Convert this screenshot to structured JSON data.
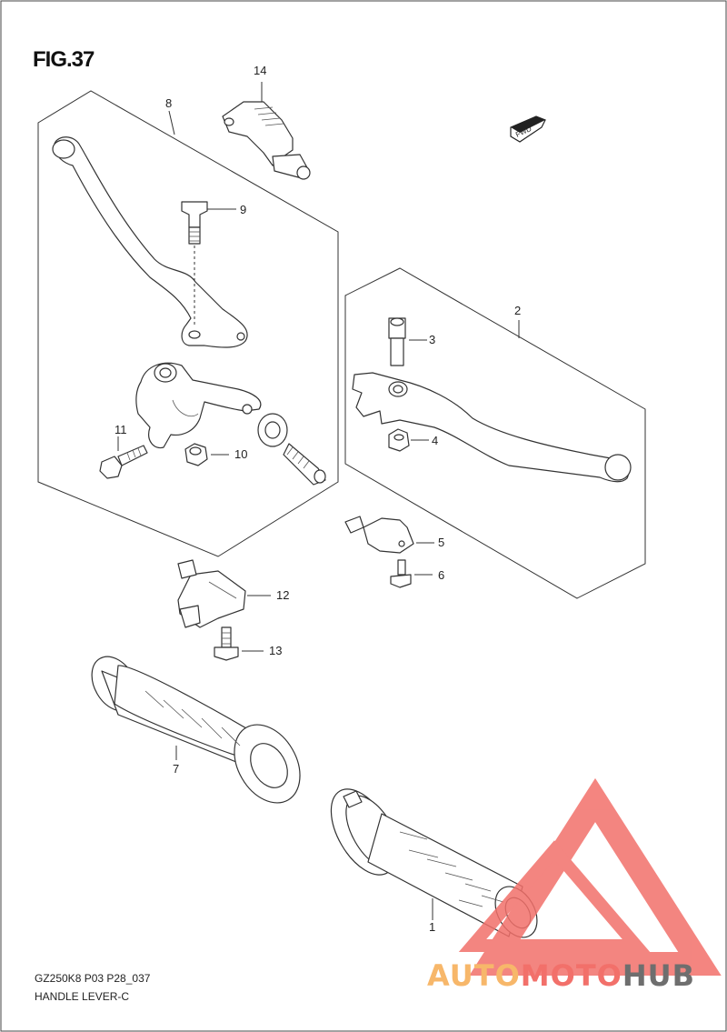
{
  "figure": {
    "title": "FIG.37",
    "model_code": "GZ250K8 P03 P28_037",
    "caption": "HANDLE LEVER-C"
  },
  "direction_badge": "FWD",
  "watermark": {
    "part1": "AUTO",
    "part2": "MOTO",
    "part3": "HUB",
    "colors": {
      "triangle": "#f2706a",
      "auto": "#f7b76a",
      "moto": "#f2706a",
      "hub": "#6e6e6e"
    }
  },
  "callouts": [
    {
      "id": "1",
      "label": "1"
    },
    {
      "id": "2",
      "label": "2"
    },
    {
      "id": "3",
      "label": "3"
    },
    {
      "id": "4",
      "label": "4"
    },
    {
      "id": "5",
      "label": "5"
    },
    {
      "id": "6",
      "label": "6"
    },
    {
      "id": "7",
      "label": "7"
    },
    {
      "id": "8",
      "label": "8"
    },
    {
      "id": "9",
      "label": "9"
    },
    {
      "id": "10",
      "label": "10"
    },
    {
      "id": "11",
      "label": "11"
    },
    {
      "id": "12",
      "label": "12"
    },
    {
      "id": "13",
      "label": "13"
    },
    {
      "id": "14",
      "label": "14"
    }
  ]
}
